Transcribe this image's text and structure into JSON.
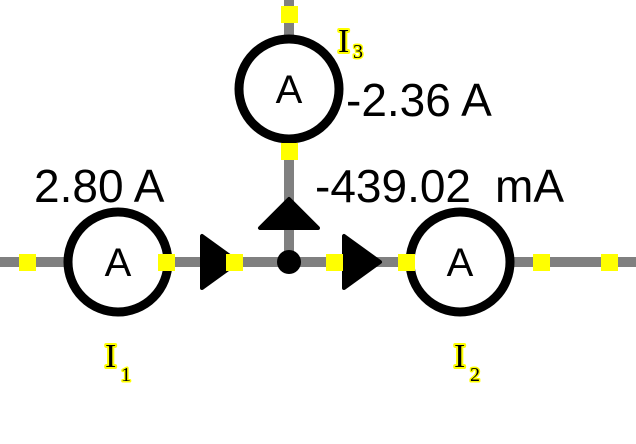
{
  "colors": {
    "wire": "#808080",
    "terminal": "#ffff00",
    "ink": "#000000",
    "background": "#ffffff"
  },
  "ammeters": [
    {
      "id": "I1",
      "symbol": "A",
      "label": "I",
      "subscript": "1",
      "reading": "2.80 A"
    },
    {
      "id": "I2",
      "symbol": "A",
      "label": "I",
      "subscript": "2",
      "reading_value": "-439.02",
      "reading_unit": "mA"
    },
    {
      "id": "I3",
      "symbol": "A",
      "label": "I",
      "subscript": "3",
      "reading": "-2.36 A"
    }
  ]
}
